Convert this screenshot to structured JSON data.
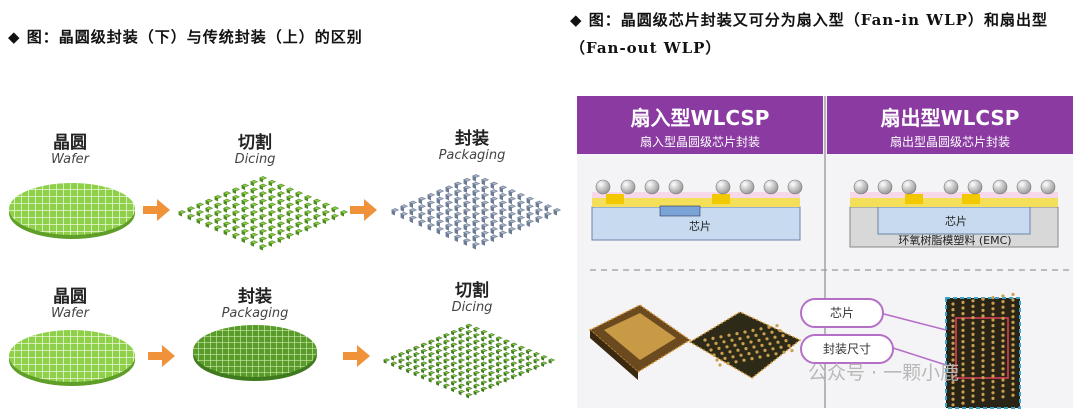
{
  "captions": {
    "left": "◆ 图：晶圆级封装（下）与传统封装（上）的区别",
    "right": "◆ 图：晶圆级芯片封装又可分为扇入型（Fan-in WLP）和扇出型（Fan-out WLP）"
  },
  "left_flow": {
    "top": [
      {
        "zh": "晶圆",
        "en": "Wafer"
      },
      {
        "zh": "切割",
        "en": "Dicing"
      },
      {
        "zh": "封装",
        "en": "Packaging"
      }
    ],
    "bottom": [
      {
        "zh": "晶圆",
        "en": "Wafer"
      },
      {
        "zh": "封装",
        "en": "Packaging"
      },
      {
        "zh": "切割",
        "en": "Dicing"
      }
    ]
  },
  "right_panel": {
    "fan_in": {
      "title": "扇入型WLCSP",
      "subtitle": "扇入型晶圆级芯片封装",
      "chip_label": "芯片"
    },
    "fan_out": {
      "title": "扇出型WLCSP",
      "subtitle": "扇出型晶圆级芯片封装",
      "chip_label": "芯片",
      "emc_label": "环氧树脂模塑料 (EMC)"
    },
    "callouts": [
      "芯片",
      "封装尺寸"
    ]
  },
  "watermark": "公众号 · 一颗小鹿",
  "colors": {
    "purple": "#8a3aa1",
    "wafer_green": "#78c23c",
    "arrow_orange": "#f0923a",
    "package_blue_grey": "#8e9db4"
  }
}
